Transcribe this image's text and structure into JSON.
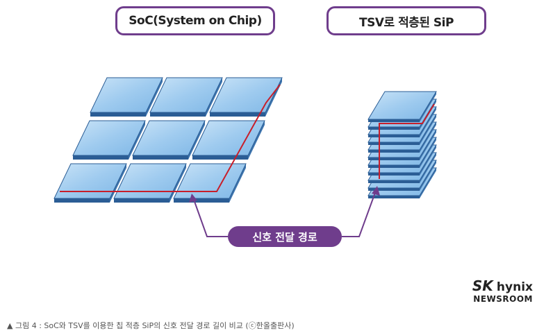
{
  "titles": {
    "soc": "SoC(System on Chip)",
    "sip": "TSV로 적층된 SiP"
  },
  "signal_label": "신호 전달 경로",
  "logo": {
    "brand": "SK",
    "product": "hynix",
    "sub": "NEWSROOM"
  },
  "caption": "▲ 그림 4 : SoC와 TSV를 이용한 칩 적층 SiP의 신호 전달 경로 길이 비교 (ⓒ한올출판사)",
  "colors": {
    "accent": "#6f3d8c",
    "tile_fill": "#9fcbef",
    "tile_edge": "#2b5d95",
    "signal_path": "#c81e2a"
  }
}
